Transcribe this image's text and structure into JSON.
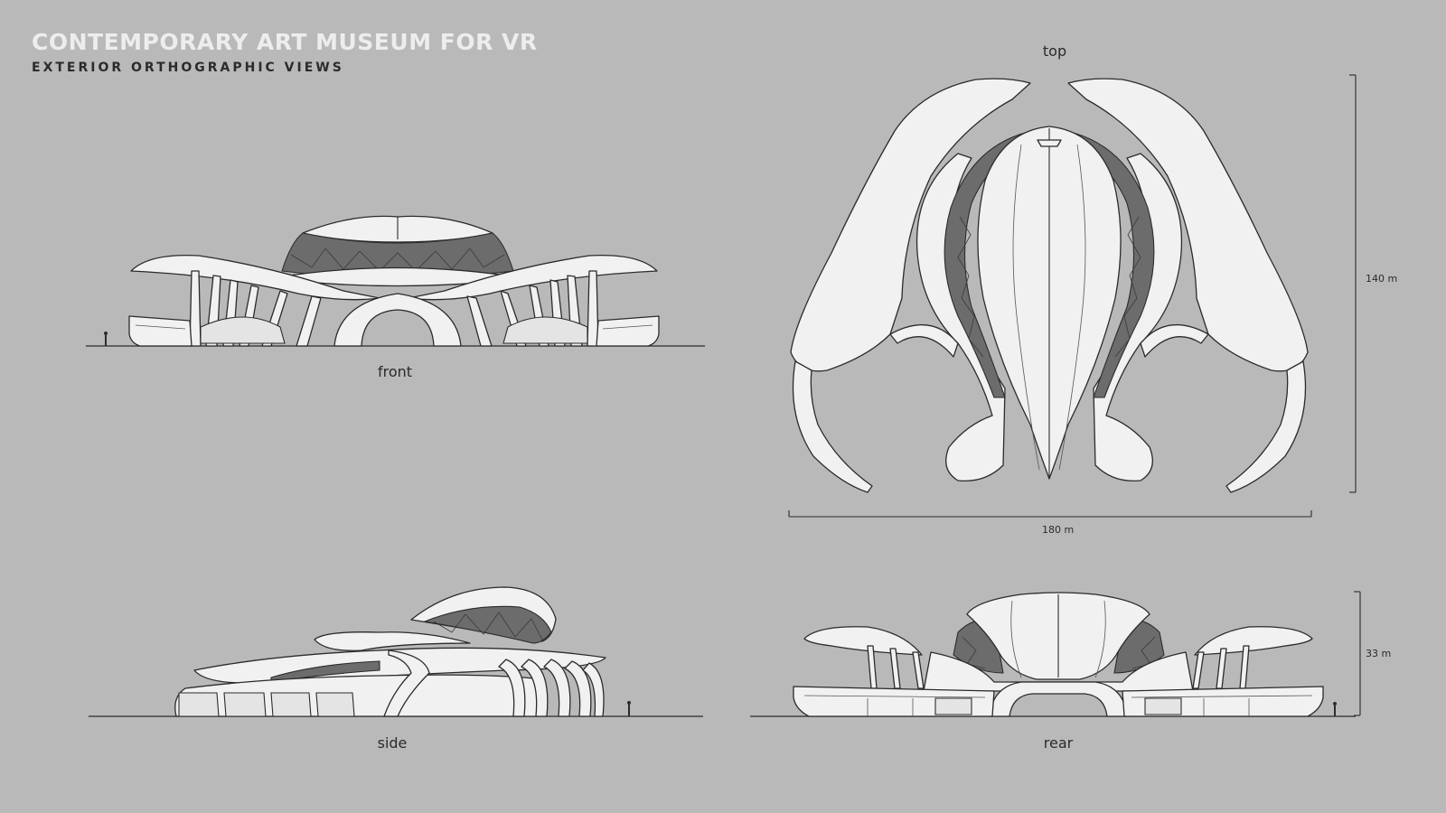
{
  "header": {
    "title": "CONTEMPORARY ART MUSEUM FOR VR",
    "subtitle": "EXTERIOR ORTHOGRAPHIC VIEWS"
  },
  "views": {
    "front": "front",
    "top": "top",
    "side": "side",
    "rear": "rear"
  },
  "dimensions": {
    "width": "180 m",
    "depth": "140 m",
    "height": "33 m"
  },
  "colors": {
    "background": "#b9b9b9",
    "surface": "#f1f1f1",
    "glazing_band": "#6c6c6c",
    "line": "#2b2b2b"
  }
}
